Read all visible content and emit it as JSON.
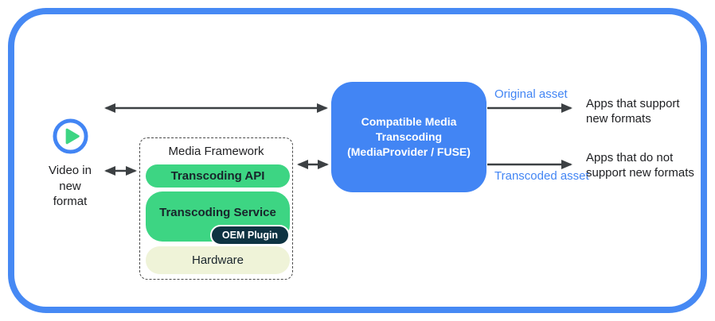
{
  "colors": {
    "frame_blue": "#4689F4",
    "transcoder_blue": "#4285F4",
    "pill_green": "#3DD583",
    "oem_dark": "#0E3342",
    "hardware_cream": "#EFF3D8",
    "flow_label_blue": "#4285F4",
    "arrow_gray": "#3C4043"
  },
  "source": {
    "icon": "play-icon",
    "label": "Video in new format"
  },
  "media_framework": {
    "title": "Media Framework",
    "api_label": "Transcoding API",
    "service_label": "Transcoding Service",
    "oem_label": "OEM Plugin",
    "hardware_label": "Hardware"
  },
  "transcoder": {
    "title": "Compatible Media Transcoding",
    "subtitle": "(MediaProvider / FUSE)"
  },
  "flows": {
    "original_label": "Original asset",
    "transcoded_label": "Transcoded asset",
    "apps_support": "Apps that support new formats",
    "apps_not_support": "Apps that do not support new formats"
  }
}
